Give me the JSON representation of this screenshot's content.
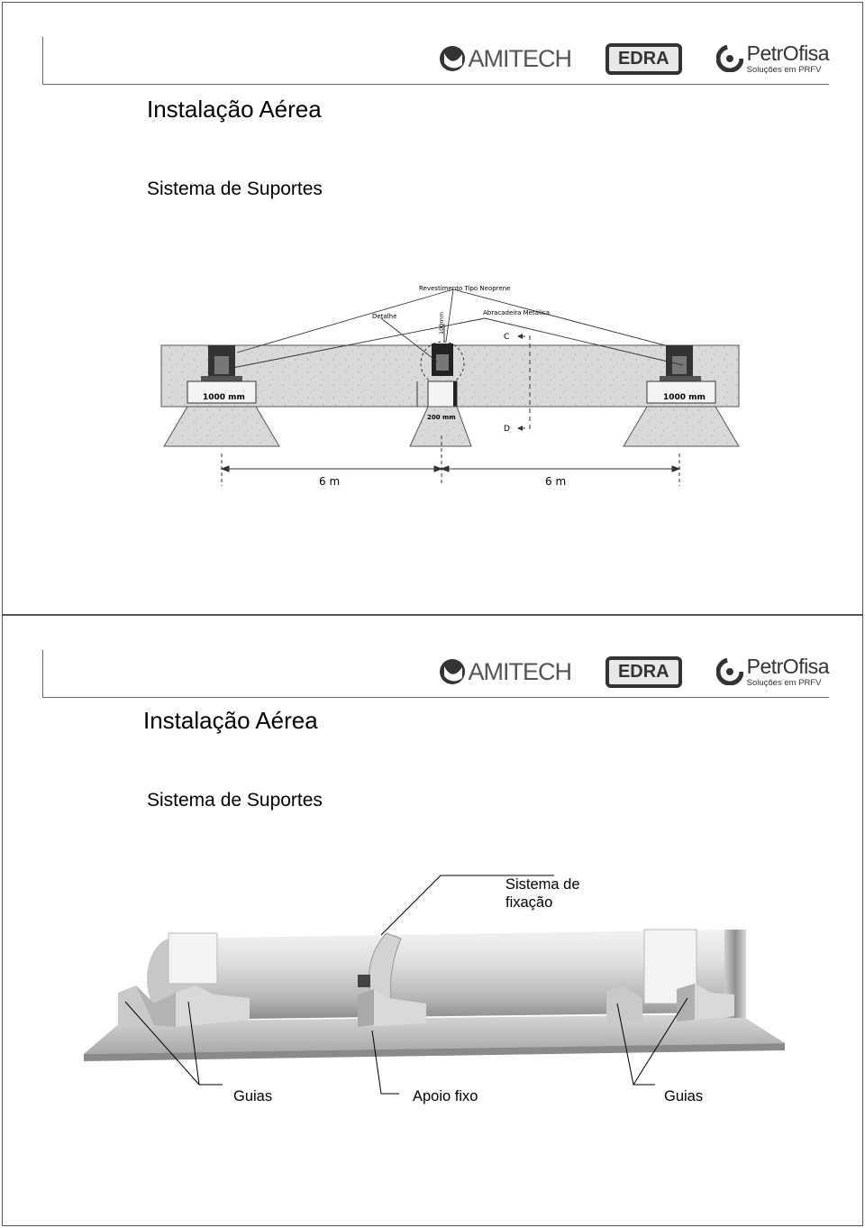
{
  "brand": {
    "amitech": "AMITECH",
    "edra": "EDRA",
    "petrofisa": "PetrOfisa",
    "petrofisa_tagline": "Soluções em PRFV"
  },
  "slide1": {
    "title": "Instalação Aérea",
    "subtitle": "Sistema de Suportes",
    "diagram": {
      "label_revestimento": "Revestimento Tipo Neoprene",
      "label_detalhe": "Detalhe",
      "label_abracadeira": "Abracadeira Metálica",
      "label_vert": "100mm",
      "label_c": "C",
      "label_d": "D",
      "dim_left": "1000 mm",
      "dim_right": "1000 mm",
      "dim_center": "200 mm",
      "span_left": "6 m",
      "span_right": "6 m"
    }
  },
  "slide2": {
    "title": "Instalação Aérea",
    "subtitle": "Sistema de Suportes",
    "callout_fixacao_line1": "Sistema de",
    "callout_fixacao_line2": "fixação",
    "label_guias_left": "Guias",
    "label_apoio": "Apoio fixo",
    "label_guias_right": "Guias"
  }
}
